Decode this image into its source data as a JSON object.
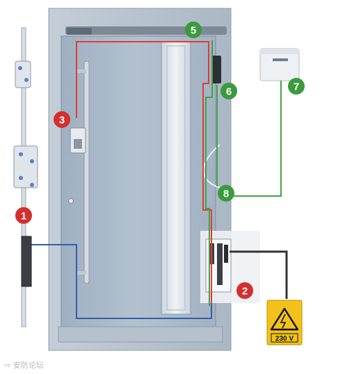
{
  "diagram": {
    "markers": [
      {
        "label": "1",
        "color": "#d32f2f"
      },
      {
        "label": "2",
        "color": "#d32f2f"
      },
      {
        "label": "3",
        "color": "#d32f2f"
      },
      {
        "label": "5",
        "color": "#3a9a3e"
      },
      {
        "label": "6",
        "color": "#3a9a3e"
      },
      {
        "label": "7",
        "color": "#3a9a3e"
      },
      {
        "label": "8",
        "color": "#3a9a3e"
      }
    ],
    "warning_sign": {
      "voltage": "230 V"
    },
    "watermark": "⇨ 安防论坛",
    "colors": {
      "wire_red": "#e53935",
      "wire_green": "#43a047",
      "wire_blue": "#2f5fa8",
      "wire_black": "#333333",
      "door": "#a9b8c8",
      "frame": "#b7c3cf",
      "sign_yellow": "#f2c21b"
    }
  }
}
